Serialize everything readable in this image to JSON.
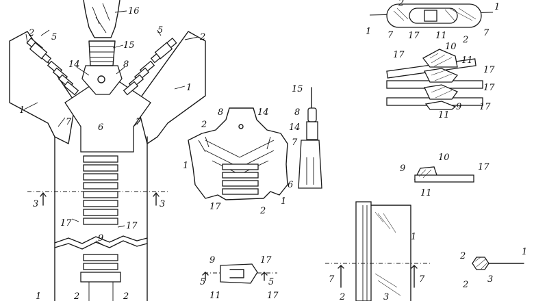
{
  "figure": {
    "main_zipper": {
      "labels": {
        "l16": "16",
        "l15": "15",
        "l14": "14",
        "l8": "8",
        "l6": "6",
        "l5a": "5",
        "l5b": "5",
        "l2a": "2",
        "l2b": "2",
        "l1a": "1",
        "l1b": "1",
        "l1c": "1",
        "l7a": "7",
        "l7b": "7",
        "l17a": "17",
        "l17b": "17",
        "l9": "9",
        "l3a": "3",
        "l3b": "3",
        "l2c": "2",
        "l2d": "2"
      }
    },
    "top_right": {
      "labels": {
        "l2": "2",
        "l1a": "1",
        "l1b": "1",
        "l7a": "7",
        "l7b": "7",
        "l17": "17",
        "l11": "11",
        "l2b": "2"
      }
    },
    "stack": {
      "labels": {
        "l17a": "17",
        "l10": "10",
        "l11a": "11",
        "l17b": "17",
        "l17c": "17",
        "l9": "9",
        "l11b": "11",
        "l17d": "17"
      }
    },
    "small_section": {
      "labels": {
        "l9": "9",
        "l10": "10",
        "l17": "17",
        "l11": "11"
      }
    },
    "slider_view": {
      "labels": {
        "l8": "8",
        "l14": "14",
        "l2": "2",
        "l1a": "1",
        "l1b": "1",
        "l17": "17",
        "l2b": "2"
      }
    },
    "pull_side": {
      "labels": {
        "l15": "15",
        "l8": "8",
        "l14": "14",
        "l7": "7",
        "l6": "6"
      }
    },
    "clip_view": {
      "labels": {
        "l9": "9",
        "l17a": "17",
        "l5a": "5",
        "l5b": "5",
        "l11": "11",
        "l17b": "17"
      }
    },
    "tape_view": {
      "labels": {
        "l1": "1",
        "l7a": "7",
        "l7b": "7",
        "l3": "3",
        "l2": "2"
      }
    },
    "cross_section": {
      "labels": {
        "l2a": "2",
        "l1": "1",
        "l3": "3",
        "l2b": "2"
      }
    }
  }
}
